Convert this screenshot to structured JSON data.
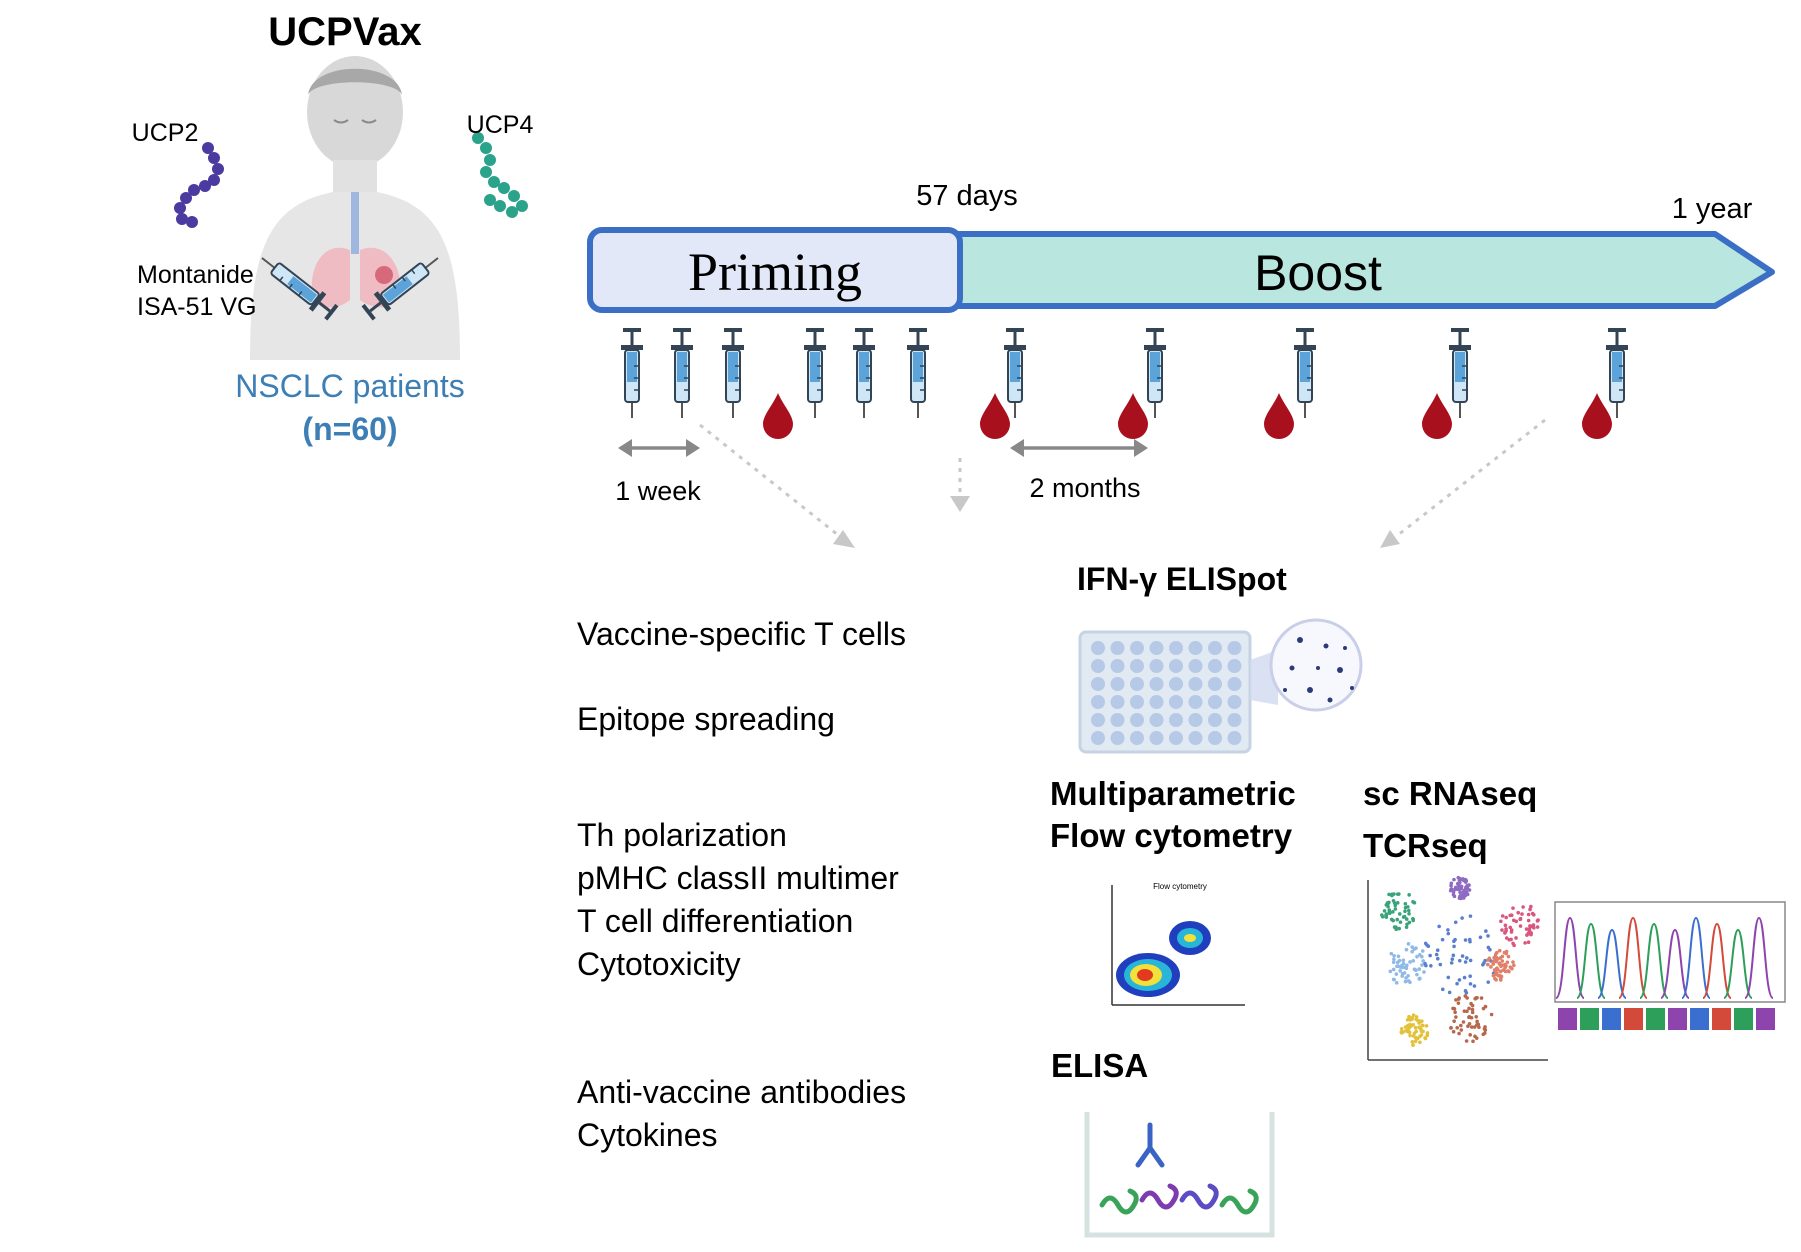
{
  "header": {
    "title": "UCPVax"
  },
  "vaccine": {
    "peptide_left": "UCP2",
    "peptide_right": "UCP4",
    "adjuvant_line1": "Montanide",
    "adjuvant_line2": "ISA-51 VG",
    "population_line1": "NSCLC patients",
    "population_line2": "(n=60)"
  },
  "timeline": {
    "day_label": "57 days",
    "end_label": "1 year",
    "phase_priming": "Priming",
    "phase_boost": "Boost",
    "interval_short": "1 week",
    "interval_long": "2 months"
  },
  "assays": {
    "elispot": {
      "title": "IFN-γ ELISpot",
      "items": [
        "Vaccine-specific T cells",
        "Epitope spreading"
      ]
    },
    "flow": {
      "title_line1": "Multiparametric",
      "title_line2": "Flow cytometry",
      "items": [
        "Th polarization",
        "pMHC classII multimer",
        "T cell differentiation",
        "Cytotoxicity"
      ],
      "plot_title": "Flow cytometry"
    },
    "scrna": {
      "title_line1": "sc RNAseq",
      "title_line2": "TCRseq"
    },
    "elisa": {
      "title": "ELISA",
      "items": [
        "Anti-vaccine antibodies",
        "Cytokines"
      ]
    }
  },
  "colors": {
    "priming_fill": "#e3e8f8",
    "boost_fill": "#b9e6de",
    "bar_stroke": "#3b6fc6",
    "blood": "#a8101e",
    "syringe": "#5ba3d8",
    "ucp2": "#4b3aa0",
    "ucp4": "#2aa38a",
    "population_text": "#3d7fb5"
  }
}
